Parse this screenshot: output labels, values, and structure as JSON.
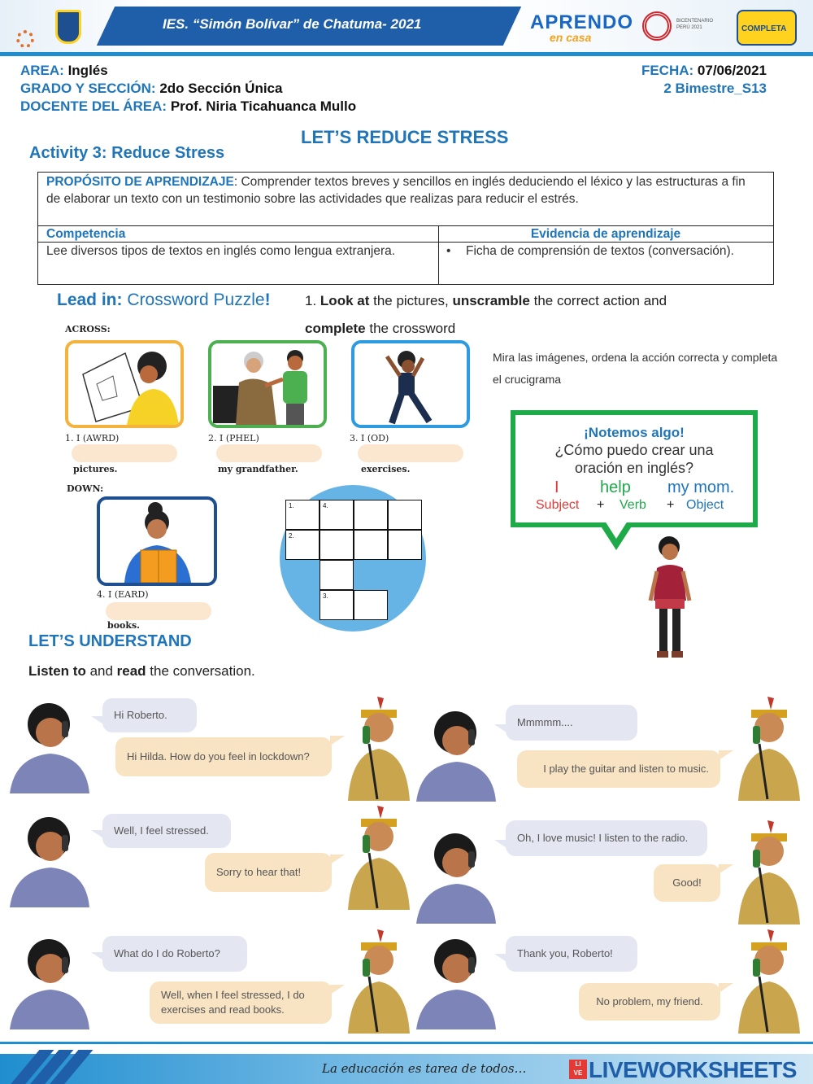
{
  "header": {
    "title": "IES. “Simón Bolívar” de Chatuma- 2021",
    "logo_aprendo": "APRENDO",
    "logo_casa": "en casa",
    "logo_bicentenario": "BICENTENARIO PERÚ 2021",
    "logo_jec": "COMPLETA"
  },
  "info": {
    "area_label": "AREA:",
    "area_value": "Inglés",
    "grado_label": "GRADO Y SECCIÓN:",
    "grado_value": "2do Sección Única",
    "docente_label": "DOCENTE DEL ÁREA:",
    "docente_value": "Prof.  Niria Ticahuanca Mullo",
    "fecha_label": "FECHA:",
    "fecha_value": "07/06/2021",
    "bimestre": "2 Bimestre_S13"
  },
  "doc_title": "LET’S REDUCE STRESS",
  "activity_title": "Activity 3: Reduce Stress",
  "table": {
    "purpose_label": "PROPÓSITO DE APRENDIZAJE",
    "purpose_text": ": Comprender textos breves y sencillos en inglés deduciendo el léxico y las estructuras a fin de elaborar un texto con un testimonio sobre las actividades que realizas para reducir el estrés.",
    "col1_header": "Competencia",
    "col2_header": "Evidencia de aprendizaje",
    "col1_text": "Lee diversos tipos de textos en inglés como lengua extranjera.",
    "col2_bullet": "•",
    "col2_text": "Ficha de comprensión de textos (conversación)."
  },
  "lead_in": {
    "label": "Lead in:",
    "text": "Crossword Puzzle",
    "excl": "!",
    "instr_num": "1.",
    "instr_b1": "Look at",
    "instr_t1": " the pictures, ",
    "instr_b2": "unscramble",
    "instr_t2": " the correct action and",
    "instr_b3": "complete",
    "instr_t3": " the crossword",
    "spanish": "Mira las imágenes, ordena la acción correcta y completa el crucigrama"
  },
  "across_label": "ACROSS:",
  "down_label": "DOWN:",
  "clues": [
    {
      "label": "1. I (AWRD)",
      "suffix": "pictures.",
      "answer": ""
    },
    {
      "label": "2. I (PHEL)",
      "suffix": "my grandfather.",
      "answer": ""
    },
    {
      "label": "3. I (OD)",
      "suffix": "exercises.",
      "answer": ""
    },
    {
      "label": "4. I (EARD)",
      "suffix": "books.",
      "answer": ""
    }
  ],
  "crossword": {
    "n1": "1.",
    "n2": "2.",
    "n3": "3.",
    "n4": "4."
  },
  "notice": {
    "title": "¡Notemos algo!",
    "line1": "¿Cómo puedo crear una",
    "line2": "oración en inglés?",
    "w_subject": "I",
    "w_verb": "help",
    "w_object": "my mom.",
    "l_subject": "Subject",
    "plus": "+",
    "l_verb": "Verb",
    "l_object": "Object",
    "color_subject": "#e53935",
    "color_verb": "#1faa4a",
    "color_object": "#1f75b8"
  },
  "understand_title": "LET’S UNDERSTAND",
  "listen": {
    "b1": "Listen to",
    "t1": " and ",
    "b2": "read",
    "t2": " the conversation."
  },
  "conversation": [
    {
      "h": "Hi Roberto.",
      "r": "Hi Hilda. How do you feel in lockdown?"
    },
    {
      "h": "Well, I feel stressed.",
      "r": "Sorry to hear that!"
    },
    {
      "h": "What do I do Roberto?",
      "r": "Well, when I feel stressed, I do exercises and read books."
    },
    {
      "h": "Mmmmm....",
      "r": "I play the guitar and listen to music."
    },
    {
      "h": "Oh, I love music! I listen to the radio.",
      "r": "Good!"
    },
    {
      "h": "Thank you, Roberto!",
      "r": "No problem, my friend."
    }
  ],
  "footer": {
    "slogan": "La educación es tarea de todos…",
    "brand": "LIVEWORKSHEETS",
    "badge_top": "LI",
    "badge_bottom": "VE"
  }
}
